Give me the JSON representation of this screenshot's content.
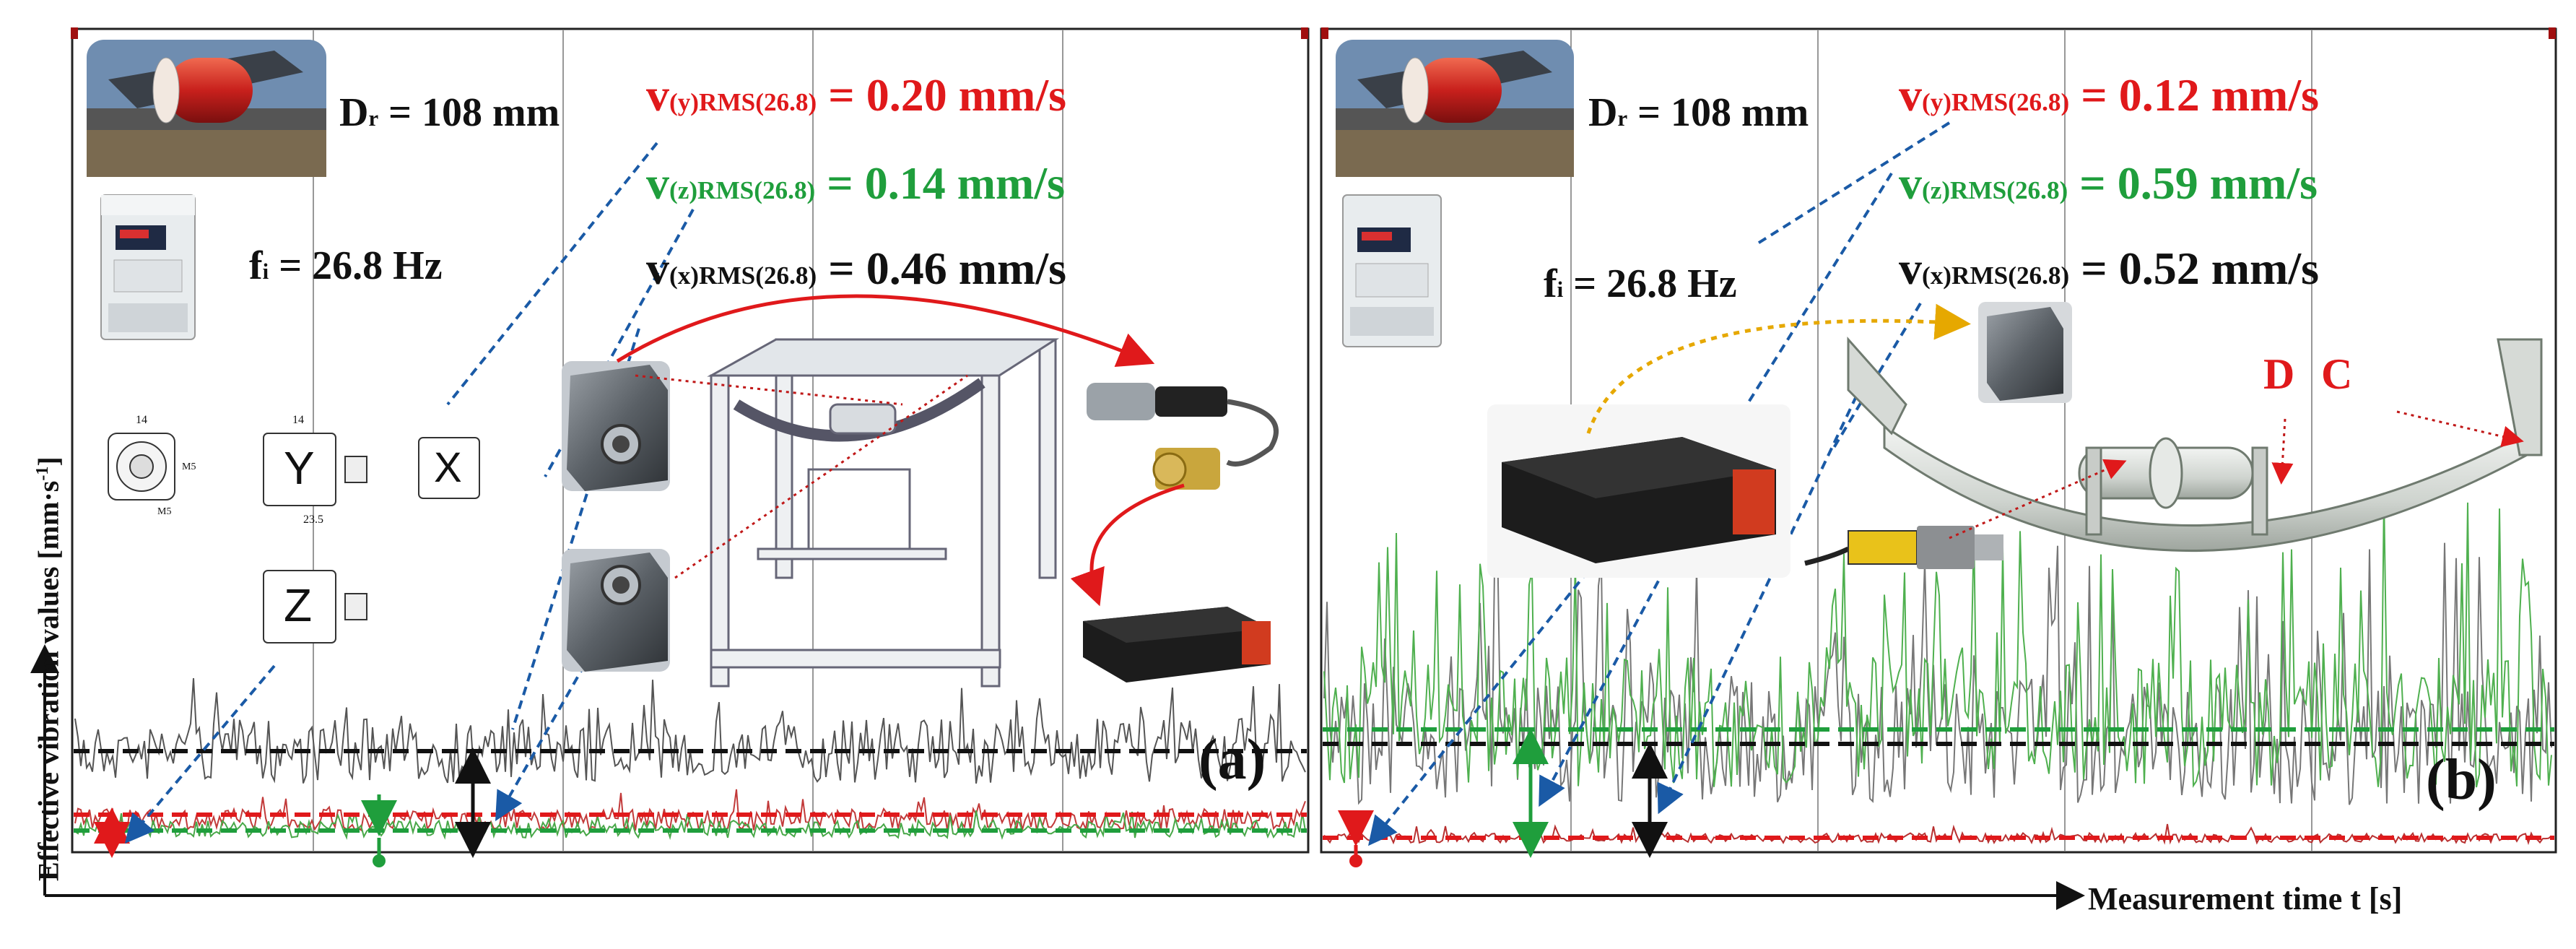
{
  "axes": {
    "ylabel_text": "Effective vibration values [mm·s",
    "ylabel_sup": "-1",
    "ylabel_close": "]",
    "xlabel": "Measurement time t [s]"
  },
  "colors": {
    "red": "#e0191b",
    "green": "#1f9e3c",
    "black": "#111111"
  },
  "panels": [
    {
      "tag": "(a)",
      "diameter": {
        "sym": "D",
        "sub": "r",
        "value": " = 108 mm"
      },
      "frequency": {
        "sym": "f",
        "sub": "i",
        "value": " = 26.8 Hz"
      },
      "measurements": [
        {
          "sym": "v",
          "sub": "(y)RMS(26.8)",
          "value": " = 0.20 mm/s"
        },
        {
          "sym": "v",
          "sub": "(z)RMS(26.8)",
          "value": " = 0.14 mm/s"
        },
        {
          "sym": "v",
          "sub": "(x)RMS(26.8)",
          "value": " = 0.46 mm/s"
        }
      ],
      "sensor_axes": [
        "Y",
        "X",
        "Z"
      ],
      "sensor_drawing_numbers": [
        "14",
        "14",
        "23.5",
        "M5",
        "M5"
      ]
    },
    {
      "tag": "(b)",
      "diameter": {
        "sym": "D",
        "sub": "r",
        "value": " = 108 mm"
      },
      "frequency": {
        "sym": "f",
        "sub": "i",
        "value": " = 26.8 Hz"
      },
      "measurements": [
        {
          "sym": "v",
          "sub": "(y)RMS(26.8)",
          "value": " = 0.12 mm/s"
        },
        {
          "sym": "v",
          "sub": "(z)RMS(26.8)",
          "value": " = 0.59 mm/s"
        },
        {
          "sym": "v",
          "sub": "(x)RMS(26.8)",
          "value": " = 0.52 mm/s"
        }
      ],
      "idler_labels": [
        "D",
        "C"
      ]
    }
  ]
}
